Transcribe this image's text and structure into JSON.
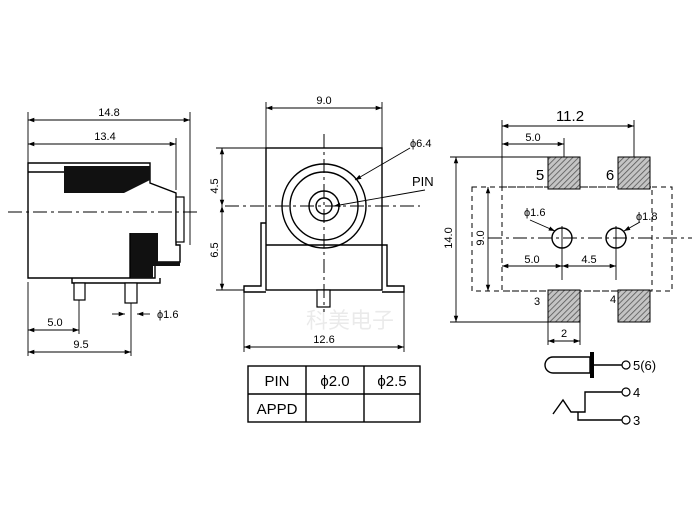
{
  "side_view": {
    "dim_overall": "14.8",
    "dim_body": "13.4",
    "dim_pin_offset": "5.0",
    "dim_pin_spacing": "9.5",
    "dim_pin_dia": "ϕ1.6"
  },
  "front_view": {
    "dim_width": "9.0",
    "dim_upper": "4.5",
    "dim_lower": "6.5",
    "dim_base": "12.6",
    "dim_bore": "ϕ6.4",
    "pin_label": "PIN"
  },
  "footprint": {
    "dim_pad_span": "11.2",
    "dim_pad_offset": "5.0",
    "dim_height": "14.0",
    "dim_inner_height": "9.0",
    "dim_hole_x1": "5.0",
    "dim_hole_x2": "4.5",
    "dim_pad_width": "2",
    "hole_left_dia": "ϕ1.6",
    "hole_right_dia": "ϕ1.8",
    "pad_labels": [
      "5",
      "6",
      "3",
      "4"
    ]
  },
  "table": {
    "header": [
      "PIN",
      "ϕ2.0",
      "ϕ2.5"
    ],
    "row_label": "APPD"
  },
  "schematic": {
    "labels": [
      "5(6)",
      "4",
      "3"
    ]
  },
  "watermark": "科美电子"
}
